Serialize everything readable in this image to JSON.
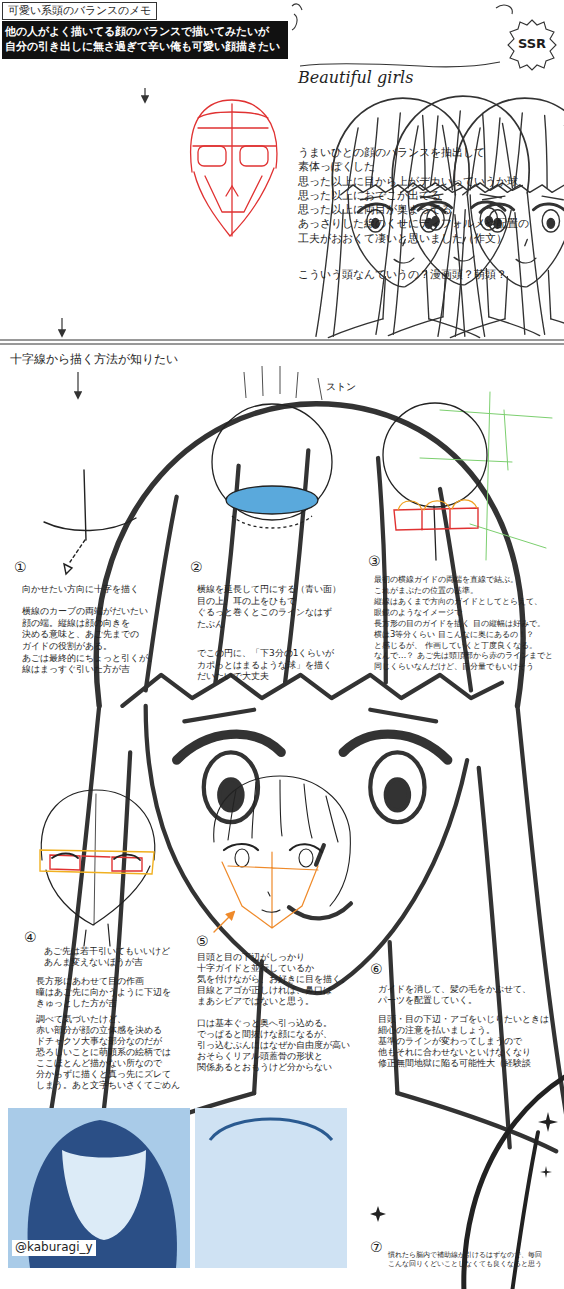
{
  "diagram": {
    "title": "可愛い系頭のバランスのメモ",
    "nodes": [
      {
        "text": [
          "他の人がよく描いてる顔のバランスで描いてみたいが 自分の引き出しに無さ過ぎて辛い俺も可愛い顔描きたい"
        ]
      }
    ],
    "labels": [
      "Beautiful girls",
      "SSR",
      "うまいひとの顔のバランスを抽出して 素体っぽくした 思った以上に目から上がデカいっていうか球 思った以上におでこが出てる 思った以上に両目が奥まってる あっさりした線のくせにディフォルメや配置の 工夫がおおくて凄いと思いました（作文）",
      "こういう頭なんていうの？漫画頭？萌頭？",
      "十字線から描く方法が知りたい",
      "①",
      "向かせたい方向に十字を描く",
      "横線のカーブの両端がだいたい 顔の端。縦線は顔の向きを 決める意味と、あご先までの ガイドの役割がある。 あごは最終的にちょっと引くが、 線はまっすぐ引いた方が吉",
      "②",
      "ストン",
      "横線を延長して円にする（青い面） 目の上、耳の上をひもで ぐるっと巻くとこのラインなはず たぶん",
      "でこの円に、「下3分の1くらいが カポっとはまるような球」を描く だいたいで大丈夫",
      "③",
      "最初の横線ガイドの両端を直線で結ぶ。 これがまぶたの位置の基準。 縦線はあくまで方向のガイドとしてとらえて、 眼鏡のようなイメージで 長方形の目のガイドを描く 目の縦幅は好みで。横は3等分くらい 目こんなに奥にあるの！？と感じるが、 作画していくと丁度良くなる。なんで…？ あご先は頭頂部から赤のラインまでと 同じくらいなんだけど、目分量でもいけそう",
      "④",
      "あご先は若干引いてもいいけど あんま変えないほうが吉",
      "長方形にあわせて目の作画 瞳はあご先に向かうように下辺を きゅっとした方が吉",
      "調べて気づいたけど、 赤い部分が顔の立体感を決める ドチャクソ大事な部分なのだが 恐ろしいことに萌頭系の絵柄では ここほとんど描かない所なので 分からずに描くと真っ先にズレて しまう。あと文字ちいさくてごめん",
      "⑤",
      "目頭と目の下辺がしっかり 十字ガイドと並行しているか 気を付けながら、お好きに目を描く。 目線とアゴが正しければ、鼻口は まあシビアではないと思う。",
      "口は基本ぐっと奥へ引っ込める。 でっぱると間抜けな顔になるが、 引っ込むぶんにはなぜか自由度が高い おそらくリアル頭蓋骨の形状と 関係あるとおもうけど分からない",
      "⑥",
      "ガイドを消して、髪の毛をかぶせて、 パーツを配置していく。",
      "目頭・目の下辺・アゴをいじりたいときは 細心の注意を払いましょう。 基準のラインが変わってしまうので 他もそれに合わせないといけなくなり 修正無間地獄に陥る可能性大（経験談",
      "⑦",
      "慣れたら脳内で補助線が引けるはずなので、毎回 こんな回りくどいことしなくても良くなると思う",
      "@kaburagi_y"
    ]
  }
}
